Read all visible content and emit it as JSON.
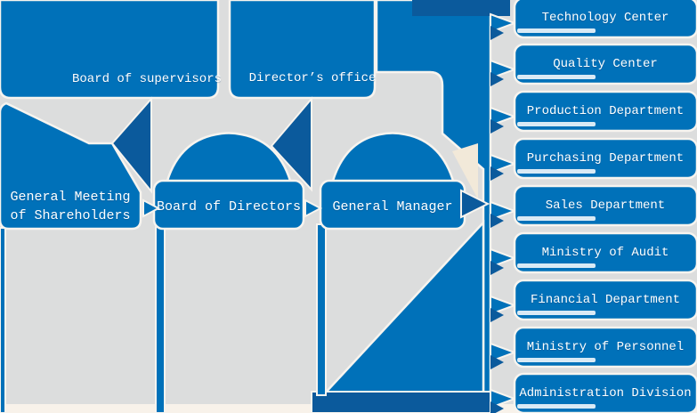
{
  "colors": {
    "background_gray": "#dcdddd",
    "primary_blue": "#0071b9",
    "dark_blue": "#0b5a9c",
    "beige_accent": "#f2e9d9",
    "separator_white": "#f7f4ef",
    "bottom_strip": "#f8f2ea",
    "text_white": "#ffffff"
  },
  "nodes": {
    "board_of_supervisors": "Board of supervisors",
    "directors_office": "Director’s office",
    "general_meeting_line1": "General Meeting",
    "general_meeting_line2": "of Shareholders",
    "board_of_directors": "Board of Directors",
    "general_manager": "General Manager"
  },
  "departments": [
    {
      "label": "Technology Center"
    },
    {
      "label": "Quality Center"
    },
    {
      "label": "Production Department"
    },
    {
      "label": "Purchasing Department"
    },
    {
      "label": "Sales Department"
    },
    {
      "label": "Ministry of Audit"
    },
    {
      "label": "Financial Department"
    },
    {
      "label": "Ministry of Personnel"
    },
    {
      "label": "Administration Division"
    }
  ]
}
